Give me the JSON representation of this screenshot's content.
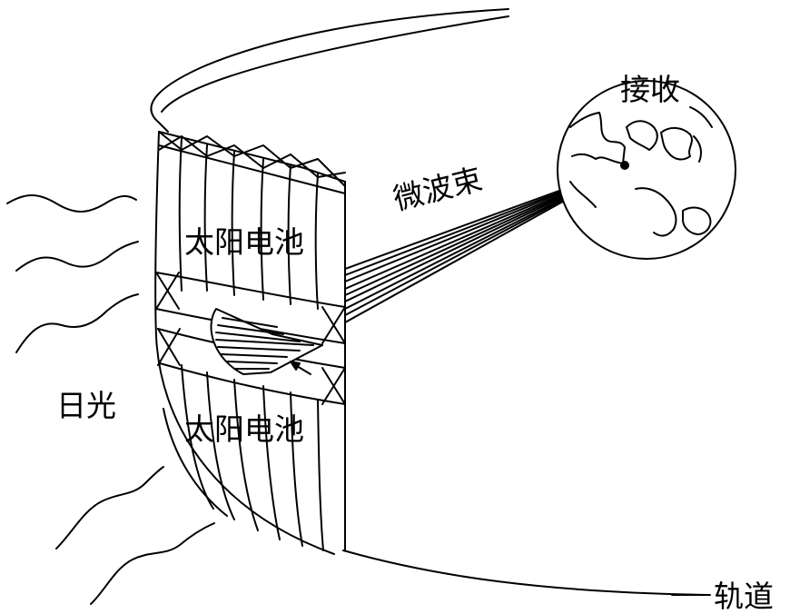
{
  "labels": {
    "solar_cell_top": "太阳电池",
    "solar_cell_bottom": "太阳电池",
    "sunlight": "日光",
    "microwave_beam": "微波束",
    "receive": "接收",
    "orbit": "轨道"
  }
}
